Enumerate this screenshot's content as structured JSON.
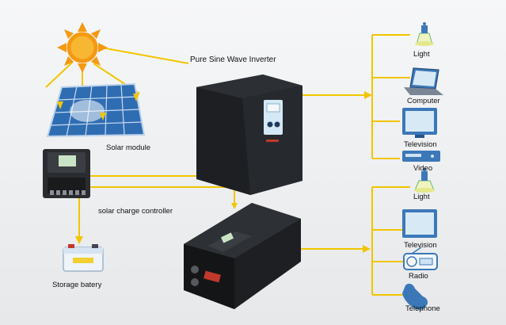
{
  "labels": {
    "inverter": "Pure Sine Wave Inverter",
    "solar_module": "Solar module",
    "charge_controller": "solar charge controller",
    "storage_battery": "Storage batery"
  },
  "loads_top": [
    "Light",
    "Computer",
    "Television",
    "Video"
  ],
  "loads_bottom": [
    "Light",
    "Television",
    "Radio",
    "Telephone"
  ],
  "colors": {
    "wire": "#f2c500",
    "sun": "#f49a12",
    "sun_core": "#f7b733",
    "device_body": "#1d1f22",
    "screen": "#d4e8f5",
    "load_blue": "#3c78b8"
  },
  "icons": {
    "sun": "sun-icon",
    "solar_panel": "solar-panel-icon",
    "controller": "charge-controller-icon",
    "battery": "battery-icon",
    "inverter": "tower-inverter-icon",
    "inverter2": "low-frequency-inverter-icon",
    "light": "light-bulb-icon",
    "computer": "laptop-icon",
    "tv": "television-icon",
    "video": "video-player-icon",
    "radio": "radio-icon",
    "telephone": "telephone-icon"
  }
}
